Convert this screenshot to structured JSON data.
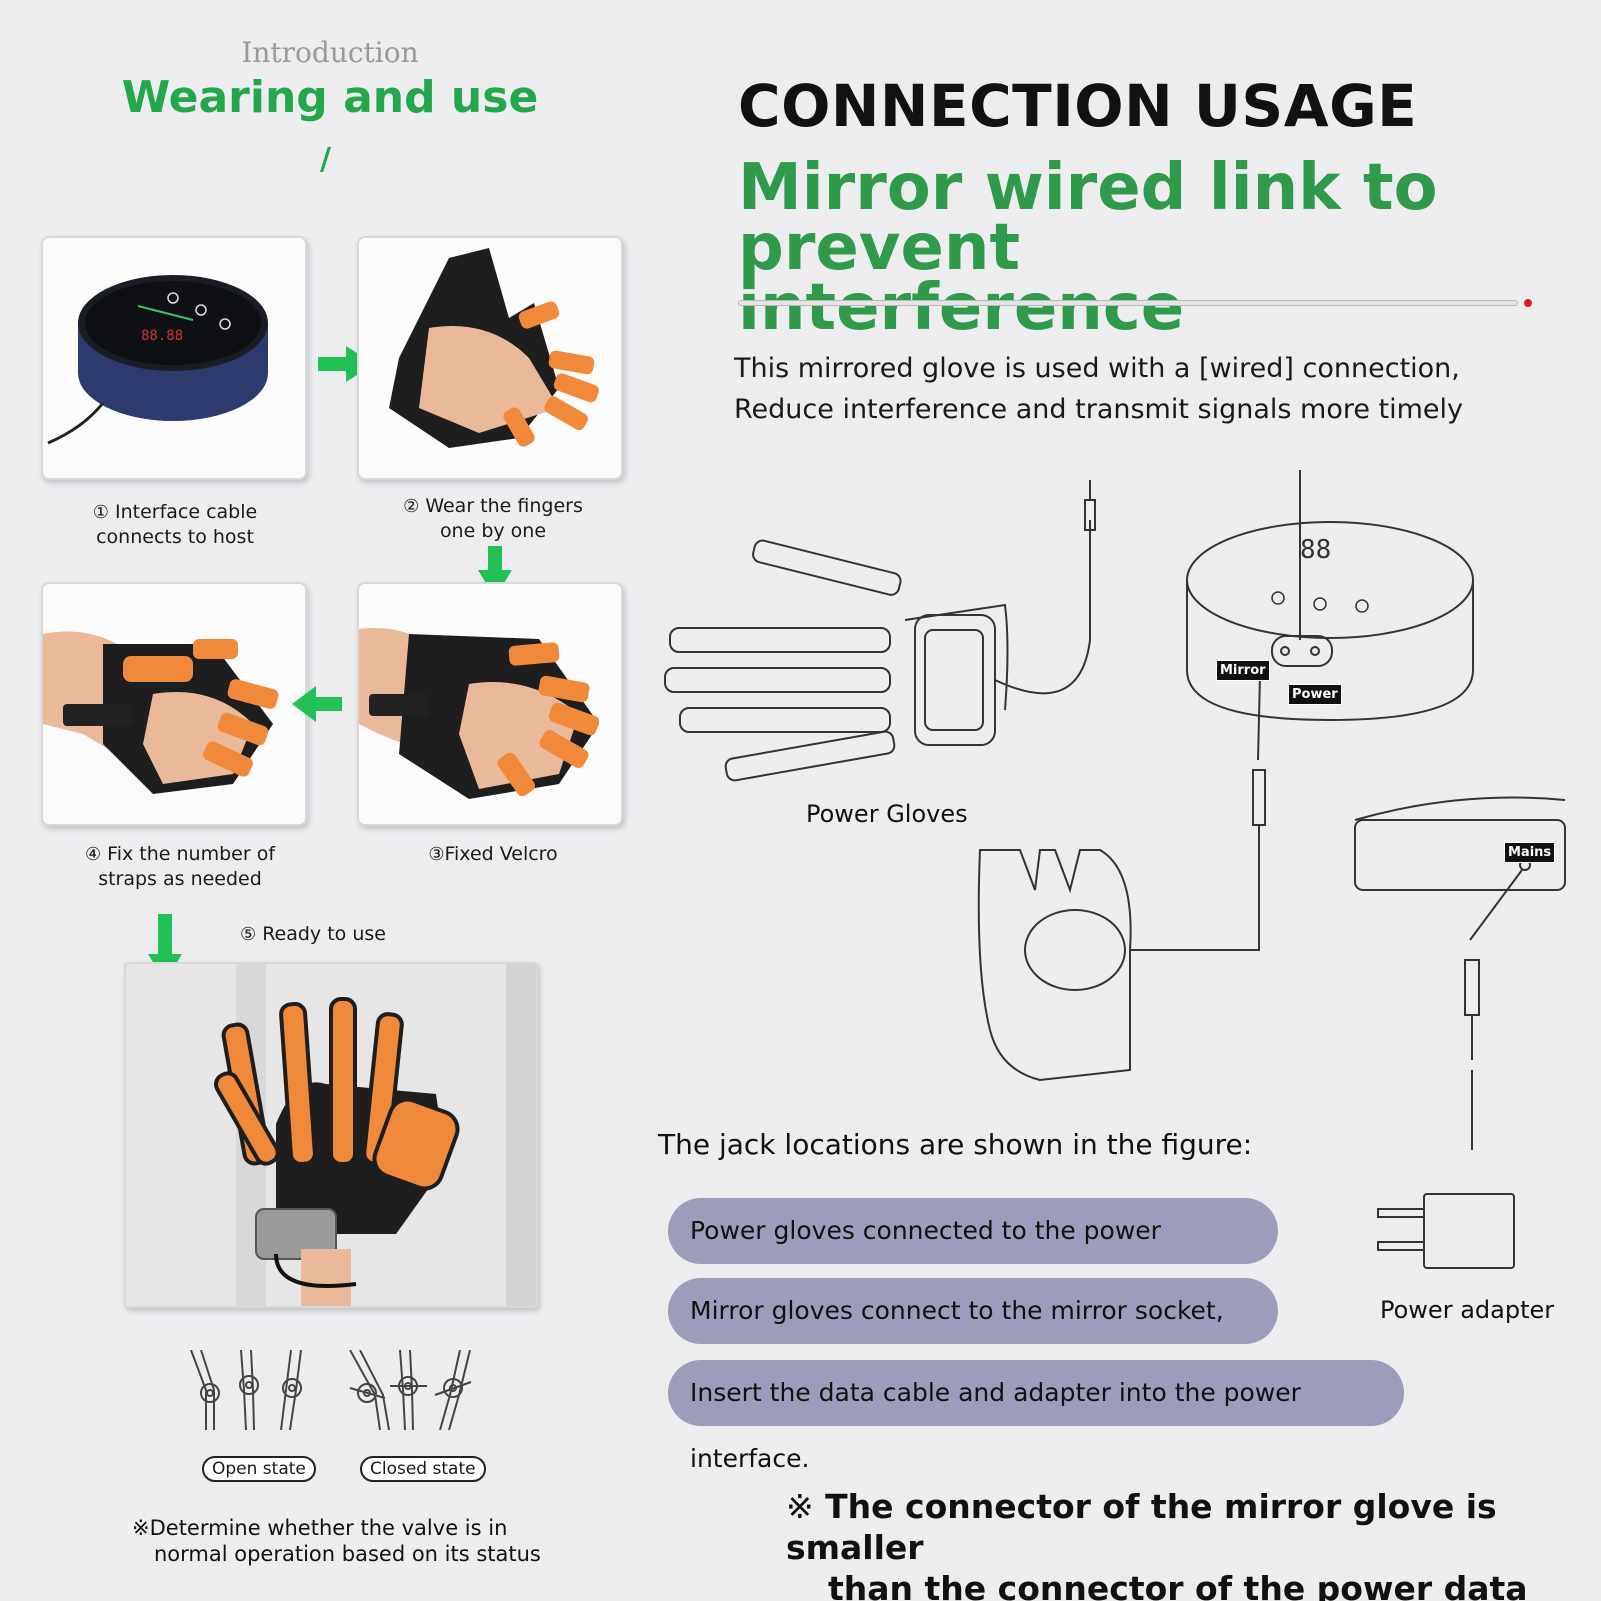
{
  "left": {
    "intro": "Introduction",
    "heading": "Wearing and use",
    "slash": "/",
    "steps": [
      {
        "num": "①",
        "line1": "Interface cable",
        "line2": "connects to host"
      },
      {
        "num": "②",
        "line1": "Wear the fingers",
        "line2": "one by one"
      },
      {
        "num": "④",
        "line1": "Fix the number of",
        "line2": "straps as needed"
      },
      {
        "num": "③",
        "line1": "Fixed Velcro",
        "line2": ""
      },
      {
        "num": "⑤",
        "line1": "Ready to use",
        "line2": ""
      }
    ],
    "open_state": "Open state",
    "closed_state": "Closed state",
    "note": {
      "mark": "※",
      "line1": "Determine whether the valve is in",
      "line2": "normal operation based on its status"
    }
  },
  "right": {
    "title": "CONNECTION USAGE",
    "subtitle_line1": "Mirror wired link to prevent",
    "subtitle_line2": "interference",
    "desc_line1": "This mirrored glove is used with a [wired] connection,",
    "desc_line2": "Reduce interference and transmit signals more timely",
    "power_gloves": "Power Gloves",
    "mirror_tag": "Mirror",
    "power_tag": "Power",
    "mains_tag": "Mains",
    "power_adapter": "Power adapter",
    "jack_heading": "The jack locations are shown in the figure:",
    "pills": [
      "Power gloves connected to the power interface,",
      "Mirror gloves connect to the mirror socket,",
      "Insert the data cable and adapter into the power interface."
    ],
    "note_mark": "※",
    "note_line1": "The connector of the mirror glove is smaller",
    "note_line2": "than the connector of the power data cable."
  },
  "colors": {
    "green": "#22a84a",
    "pill": "#9c9dba",
    "orange": "#f08a3a",
    "accent_dot": "#e01b1b"
  },
  "icons": [
    "arrow-right-icon",
    "arrow-down-icon",
    "arrow-left-icon",
    "valve-open-icon",
    "valve-closed-icon"
  ]
}
